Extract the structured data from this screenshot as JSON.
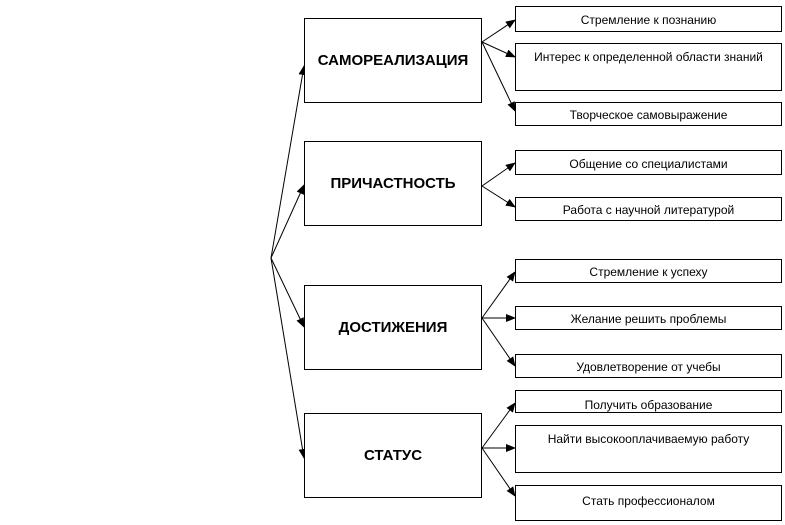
{
  "categories": [
    {
      "label": "САМОРЕАЛИЗАЦИЯ",
      "items": [
        "Стремление к познанию",
        "Интерес к определенной области знаний",
        "Творческое самовыражение"
      ]
    },
    {
      "label": "ПРИЧАСТНОСТЬ",
      "items": [
        "Общение со специалистами",
        "Работа с научной литературой"
      ]
    },
    {
      "label": "ДОСТИЖЕНИЯ",
      "items": [
        "Стремление к успеху",
        "Желание решить проблемы",
        "Удовлетворение от учебы"
      ]
    },
    {
      "label": "СТАТУС",
      "items": [
        "Получить образование",
        "Найти высокооплачиваемую работу",
        "Стать профессионалом"
      ]
    }
  ]
}
